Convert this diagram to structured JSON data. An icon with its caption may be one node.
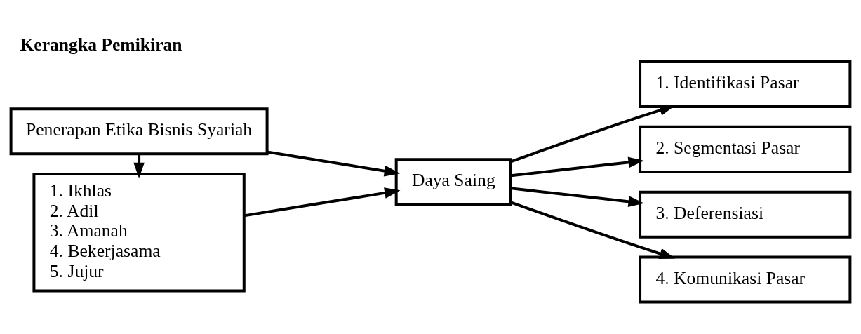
{
  "diagram": {
    "title": "Kerangka Pemikiran",
    "nodes": [
      {
        "text": [
          "Penerapan Etika Bisnis Syariah"
        ]
      },
      {
        "text": [
          "1. Ikhlas",
          "2. Adil",
          "3. Amanah",
          "4. Bekerjasama",
          "5. Jujur"
        ]
      },
      {
        "text": [
          "Daya Saing"
        ]
      },
      {
        "text": [
          "1. Identifikasi Pasar"
        ]
      },
      {
        "text": [
          "2. Segmentasi Pasar"
        ]
      },
      {
        "text": [
          "3. Deferensiasi"
        ]
      },
      {
        "text": [
          "4. Komunikasi Pasar"
        ]
      }
    ],
    "edges": [
      {
        "from": 0,
        "to": 1,
        "arrow": "to"
      },
      {
        "from": 0,
        "to": 2,
        "arrow": "to"
      },
      {
        "from": 1,
        "to": 2,
        "arrow": "to"
      },
      {
        "from": 2,
        "to": 3,
        "arrow": "to"
      },
      {
        "from": 2,
        "to": 4,
        "arrow": "to"
      },
      {
        "from": 2,
        "to": 5,
        "arrow": "to"
      },
      {
        "from": 2,
        "to": 6,
        "arrow": "to"
      }
    ]
  }
}
